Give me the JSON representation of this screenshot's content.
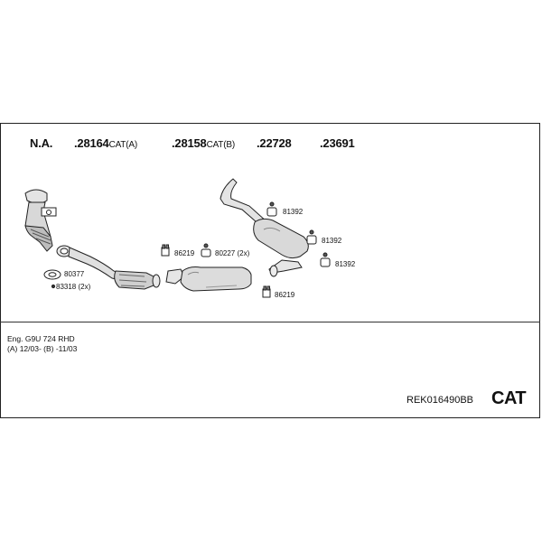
{
  "header": {
    "na_label": "N.A.",
    "parts": [
      {
        "number": ".28164",
        "suffix": "CAT(A)"
      },
      {
        "number": ".28158",
        "suffix": "CAT(B)"
      },
      {
        "number": ".22728",
        "suffix": ""
      },
      {
        "number": ".23691",
        "suffix": ""
      }
    ]
  },
  "labels": {
    "l80377": "80377",
    "l83318": "83318 (2x)",
    "l86219a": "86219",
    "l80227": "80227 (2x)",
    "l86219b": "86219",
    "l81392a": "81392",
    "l81392b": "81392",
    "l81392c": "81392"
  },
  "engine": {
    "line1": "Eng. G9U 724   RHD",
    "line2": "(A) 12/03- (B) -11/03"
  },
  "footer": {
    "code": "REK016490BB",
    "cat": "CAT"
  }
}
